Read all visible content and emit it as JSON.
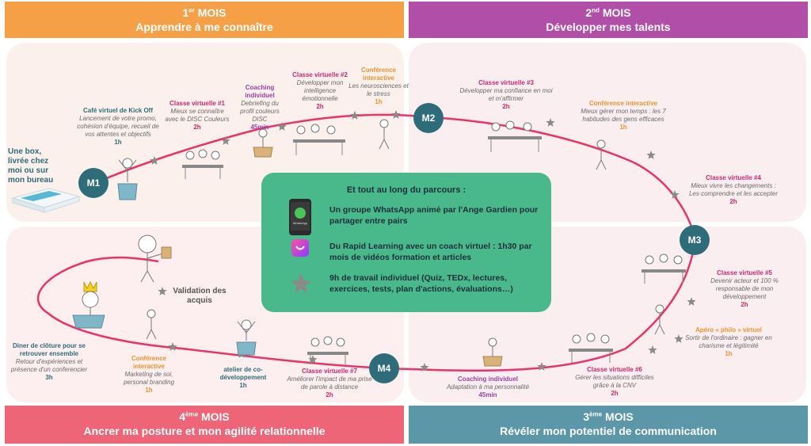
{
  "months": {
    "m1": {
      "ordinal": "1",
      "sup": "er",
      "mois": "MOIS",
      "title": "Apprendre à me connaître",
      "color": "#f5a047"
    },
    "m2": {
      "ordinal": "2",
      "sup": "nd",
      "mois": "MOIS",
      "title": "Développer mes talents",
      "color": "#b14ea8"
    },
    "m3": {
      "ordinal": "3",
      "sup": "ème",
      "mois": "MOIS",
      "title": "Révéler mon potentiel de communication",
      "color": "#5b97a9"
    },
    "m4": {
      "ordinal": "4",
      "sup": "ème",
      "mois": "MOIS",
      "title": "Ancrer ma posture et mon agilité relationnelle",
      "color": "#ed6576"
    }
  },
  "milestones": {
    "m1": "M1",
    "m2": "M2",
    "m3": "M3",
    "m4": "M4"
  },
  "items": {
    "box": "Une box, livrée chez moi ou sur mon bureau",
    "kickoff": {
      "title": "Café virtuel de Kick Off",
      "desc": "Lancement de votre promo, cohésion d'équipe, recueil de vos attentes et objectifs",
      "time": "1h"
    },
    "cv1": {
      "title": "Classe virtuelle #1",
      "desc": "Mieux se connaître avec le DISC Couleurs",
      "time": "2h"
    },
    "coaching1": {
      "title": "Coaching individuel",
      "desc": "Debriefing du profil couleurs DISC",
      "time": "45min"
    },
    "cv2": {
      "title": "Classe virtuelle #2",
      "desc": "Développer mon intelligence émotionnelle",
      "time": "2h"
    },
    "conf1": {
      "title": "Conférence interactive",
      "desc": "Les neurosciences et le stress",
      "time": "1h"
    },
    "cv3": {
      "title": "Classe virtuelle #3",
      "desc": "Développer ma confiance en moi et m'affirmer",
      "time": "2h"
    },
    "conf2": {
      "title": "Conférence interactive",
      "desc": "Mieux gérer mon temps : les 7 habitudes des gens efficaces",
      "time": "1h"
    },
    "cv4": {
      "title": "Classe virtuelle #4",
      "desc": "Mieux vivre les changements : Les comprendre et les accepter",
      "time": "2h"
    },
    "cv5": {
      "title": "Classe virtuelle #5",
      "desc": "Devenir acteur et 100 % responsable de mon développement",
      "time": "2h"
    },
    "apero": {
      "title": "Apéro « philo » virtuel",
      "desc": "Sortir de l'ordinaire : gagner en charisme et légitimité",
      "time": "1h"
    },
    "cv6": {
      "title": "Classe virtuelle #6",
      "desc": "Gérer les situations difficiles grâce à la CNV",
      "time": "2h"
    },
    "coaching2": {
      "title": "Coaching individuel",
      "desc": "Adaptation à ma personnalité",
      "time": "45min"
    },
    "cv7": {
      "title": "Classe virtuelle #7",
      "desc": "Améliorer l'impact de ma prise de parole à distance",
      "time": "2h"
    },
    "atelier": {
      "title": "atelier de co-développement",
      "time": "1h"
    },
    "conf3": {
      "title": "Conférence interactive",
      "desc": "Marketing de soi, personal branding",
      "time": "1h"
    },
    "diner": {
      "title": "Diner de clôture pour se retrouver ensemble",
      "desc": "Retour d'expériences et présence d'un conferencier",
      "time": "3h"
    },
    "validation": "Validation des acquis"
  },
  "central": {
    "title": "Et tout au long du parcours :",
    "whatsapp": "Un groupe WhatsApp animé par l'Ange Gardien pour partager entre pairs",
    "whatsapp_icon_label": "WhatsApp",
    "rapid": "Du Rapid Learning avec un coach virtuel : 1h30 par mois de vidéos formation et articles",
    "travail": "9h de travail individuel (Quiz, TEDx, lectures, exercices, tests, plan d'actions, évaluations…)"
  },
  "icons": {
    "whatsapp": "whatsapp-phone-icon",
    "rapid": "rapid-learning-app-icon",
    "star": "star-icon"
  },
  "colors": {
    "path": "#e8336b",
    "star": "#8a8a8a",
    "milestone": "#2e6c7a",
    "central": "#49b98c"
  }
}
